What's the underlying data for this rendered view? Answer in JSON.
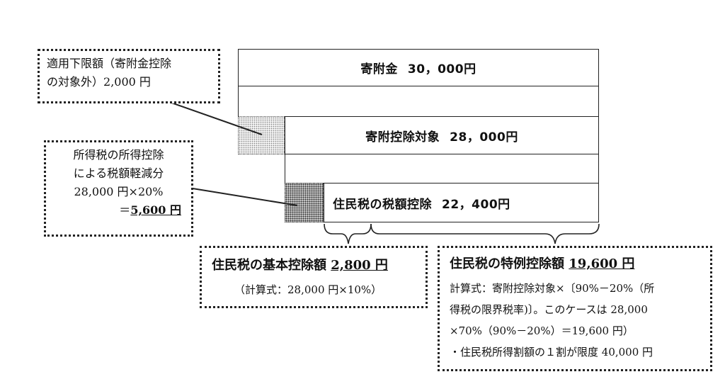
{
  "bars": {
    "donation": {
      "label": "寄附金",
      "amount": "30，000円"
    },
    "deduction_target": {
      "label": "寄附控除対象",
      "amount": "28，000円"
    },
    "resident_tax_deduction": {
      "label": "住民税の税額控除",
      "amount": "22，400円"
    }
  },
  "notes": {
    "lower_limit": {
      "line1": "適用下限額（寄附金控除",
      "line2_text": "の対象外）",
      "line2_amount": "2,000 円"
    },
    "income_tax": {
      "line1": "所得税の所得控除",
      "line2": "による税額軽減分",
      "line3": "28,000 円×20%",
      "line4_prefix": "＝",
      "line4_amount": "5,600 円"
    },
    "basic": {
      "title": "住民税の基本控除額",
      "amount": "2,800 円",
      "formula": "（計算式：28,000 円×10%）"
    },
    "special": {
      "title": "住民税の特例控除額",
      "amount": "19,600 円",
      "line1": "計算式：寄附控除対象×〔90%－20%（所",
      "line2": "得税の限界税率)〕。このケースは 28,000",
      "line3": "×70%（90%－20%）＝19,600 円）",
      "line4": "・住民税所得割額の１割が限度 40,000 円"
    }
  }
}
